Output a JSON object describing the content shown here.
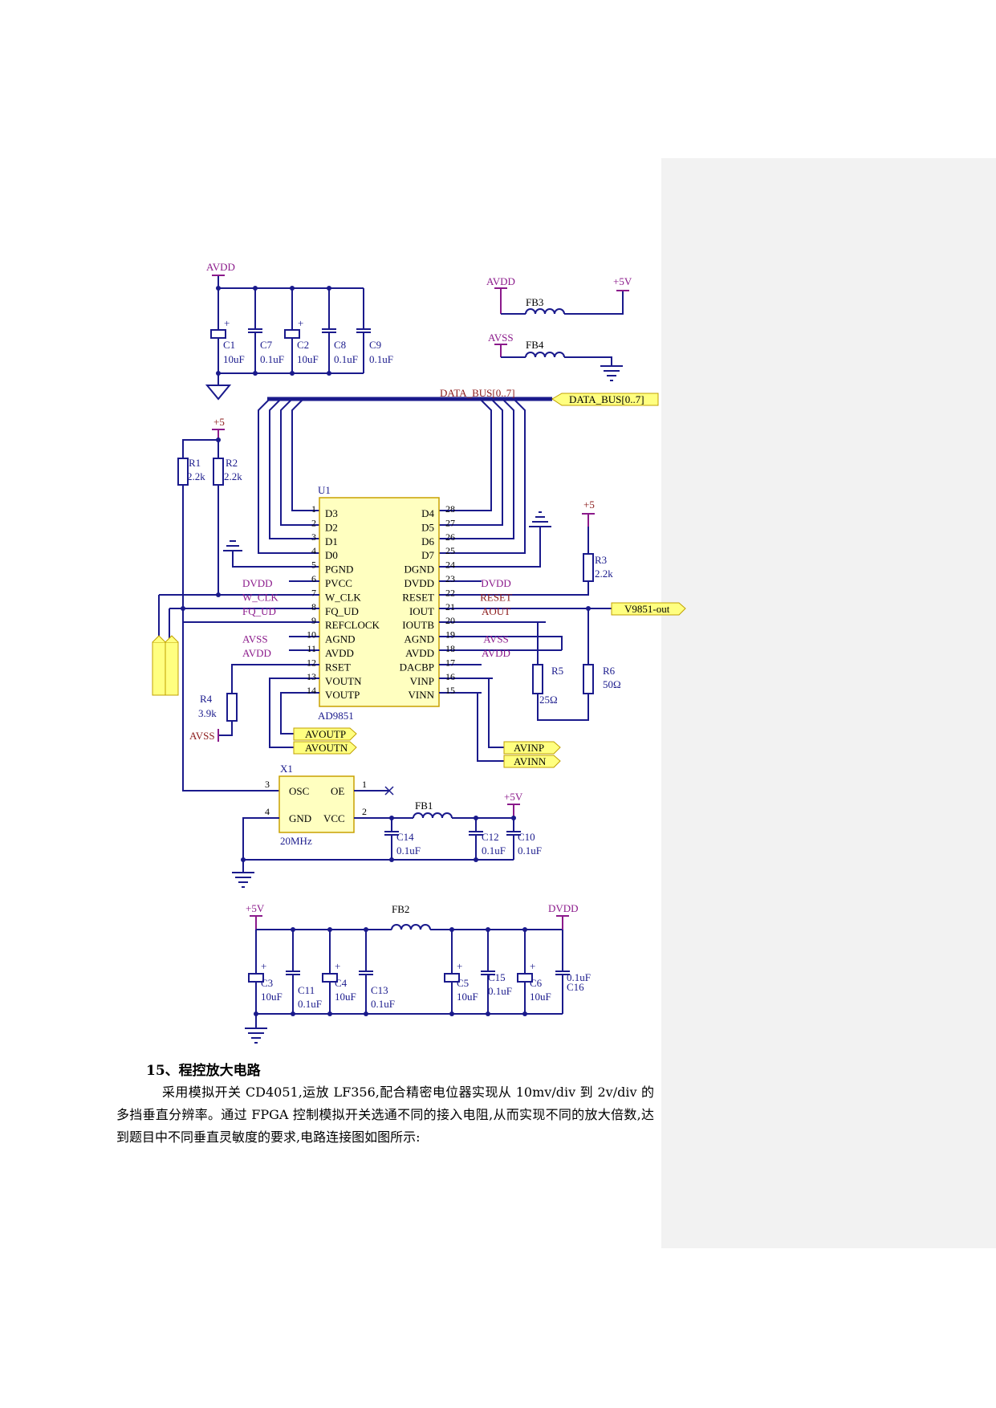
{
  "schematic": {
    "chip": {
      "ref": "U1",
      "part": "AD9851",
      "left_pins": [
        {
          "num": "1",
          "name": "D3",
          "net": ""
        },
        {
          "num": "2",
          "name": "D2",
          "net": ""
        },
        {
          "num": "3",
          "name": "D1",
          "net": ""
        },
        {
          "num": "4",
          "name": "D0",
          "net": ""
        },
        {
          "num": "5",
          "name": "PGND",
          "net": ""
        },
        {
          "num": "6",
          "name": "PVCC",
          "net": "DVDD"
        },
        {
          "num": "7",
          "name": "W_CLK",
          "net": "W_CLK"
        },
        {
          "num": "8",
          "name": "FQ_UD",
          "net": "FQ_UD"
        },
        {
          "num": "9",
          "name": "REFCLOCK",
          "net": ""
        },
        {
          "num": "10",
          "name": "AGND",
          "net": "AVSS"
        },
        {
          "num": "11",
          "name": "AVDD",
          "net": "AVDD"
        },
        {
          "num": "12",
          "name": "RSET",
          "net": ""
        },
        {
          "num": "13",
          "name": "VOUTN",
          "net": ""
        },
        {
          "num": "14",
          "name": "VOUTP",
          "net": ""
        }
      ],
      "right_pins": [
        {
          "num": "28",
          "name": "D4",
          "net": ""
        },
        {
          "num": "27",
          "name": "D5",
          "net": ""
        },
        {
          "num": "26",
          "name": "D6",
          "net": ""
        },
        {
          "num": "25",
          "name": "D7",
          "net": ""
        },
        {
          "num": "24",
          "name": "DGND",
          "net": ""
        },
        {
          "num": "23",
          "name": "DVDD",
          "net": "DVDD"
        },
        {
          "num": "22",
          "name": "RESET",
          "net": "RESET"
        },
        {
          "num": "21",
          "name": "IOUT",
          "net": "AOUT"
        },
        {
          "num": "20",
          "name": "IOUTB",
          "net": ""
        },
        {
          "num": "19",
          "name": "AGND",
          "net": "AVSS"
        },
        {
          "num": "18",
          "name": "AVDD",
          "net": "AVDD"
        },
        {
          "num": "17",
          "name": "DACBP",
          "net": ""
        },
        {
          "num": "16",
          "name": "VINP",
          "net": ""
        },
        {
          "num": "15",
          "name": "VINN",
          "net": ""
        }
      ]
    },
    "oscillator": {
      "ref": "X1",
      "freq": "20MHz",
      "pins": [
        {
          "num": "3",
          "name": "OSC"
        },
        {
          "num": "1",
          "name": "OE"
        },
        {
          "num": "4",
          "name": "GND"
        },
        {
          "num": "2",
          "name": "VCC"
        }
      ]
    },
    "ports": {
      "data_bus": "DATA_BUS[0..7]",
      "bus_label": "DATA_BUS[0..7]",
      "v9851_out": "V9851-out",
      "avoutp": "AVOUTP",
      "avoutn": "AVOUTN",
      "avinp": "AVINP",
      "avinn": "AVINN"
    },
    "power": {
      "avdd": "AVDD",
      "avss": "AVSS",
      "plus5": "+5",
      "plus5v": "+5V",
      "dvdd": "DVDD"
    },
    "resistors": [
      {
        "ref": "R1",
        "value": "2.2k"
      },
      {
        "ref": "R2",
        "value": "2.2k"
      },
      {
        "ref": "R3",
        "value": "2.2k"
      },
      {
        "ref": "R4",
        "value": "3.9k"
      },
      {
        "ref": "R5",
        "value": "25Ω"
      },
      {
        "ref": "R6",
        "value": "50Ω"
      }
    ],
    "capacitors_top": [
      {
        "ref": "C1",
        "value": "10uF"
      },
      {
        "ref": "C7",
        "value": "0.1uF"
      },
      {
        "ref": "C2",
        "value": "10uF"
      },
      {
        "ref": "C8",
        "value": "0.1uF"
      },
      {
        "ref": "C9",
        "value": "0.1uF"
      }
    ],
    "capacitors_osc": [
      {
        "ref": "C14",
        "value": "0.1uF"
      },
      {
        "ref": "C12",
        "value": "0.1uF"
      },
      {
        "ref": "C10",
        "value": "0.1uF"
      }
    ],
    "capacitors_bottom": [
      {
        "ref": "C3",
        "value": "10uF"
      },
      {
        "ref": "C11",
        "value": "0.1uF"
      },
      {
        "ref": "C4",
        "value": "10uF"
      },
      {
        "ref": "C13",
        "value": "0.1uF"
      },
      {
        "ref": "C5",
        "value": "10uF"
      },
      {
        "ref": "C15",
        "value": "0.1uF"
      },
      {
        "ref": "C6",
        "value": "10uF"
      },
      {
        "ref": "C16",
        "value": "0.1uF"
      }
    ],
    "ferrites": [
      "FB1",
      "FB2",
      "FB3",
      "FB4"
    ]
  },
  "text": {
    "heading": "15、程控放大电路",
    "paragraph": "采用模拟开关 CD4051,运放 LF356,配合精密电位器实现从 10mv/div 到 2v/div 的多挡垂直分辨率。通过 FPGA 控制模拟开关选通不同的接入电阻,从而实现不同的放大倍数,达到题目中不同垂直灵敏度的要求,电路连接图如图所示:"
  }
}
